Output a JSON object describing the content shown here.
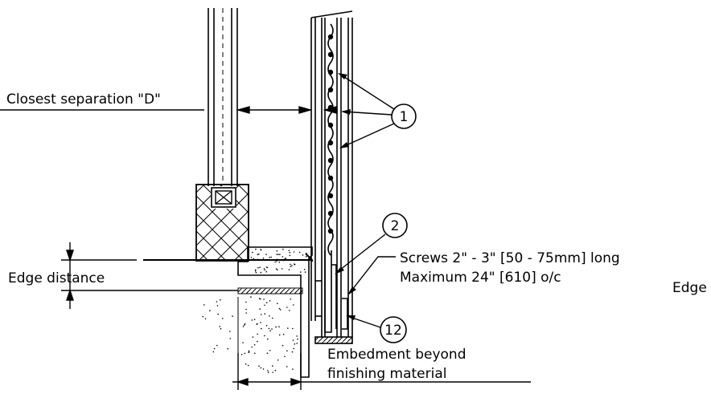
{
  "labels": {
    "closest_separation": "Closest separation \"D\"",
    "edge_distance": "Edge distance",
    "screws_line1": "Screws 2\" - 3\" [50 - 75mm] long",
    "screws_line2": "Maximum 24\" [610] o/c",
    "edge_cut": "Edge",
    "embedment_line1": "Embedment beyond",
    "embedment_line2": "finishing material"
  },
  "callouts": [
    "1",
    "2",
    "12"
  ]
}
